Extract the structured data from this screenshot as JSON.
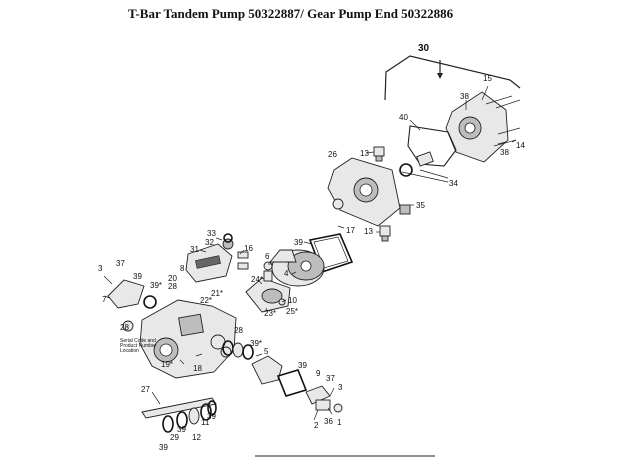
{
  "title": "T-Bar Tandem Pump 50322887/ Gear Pump End 50322886",
  "assembly_label": "30",
  "note": [
    "Serial Code and",
    "Product Number",
    "Location"
  ],
  "callouts": [
    "15",
    "38",
    "40",
    "13",
    "26",
    "38",
    "14",
    "34",
    "35",
    "17",
    "13",
    "39",
    "33",
    "32",
    "16",
    "31",
    "6",
    "4",
    "3",
    "37",
    "39",
    "8",
    "20",
    "28",
    "21*",
    "39*",
    "24*",
    "22*",
    "10",
    "7",
    "23*",
    "25*",
    "28",
    "28",
    "39*",
    "19*",
    "18",
    "5",
    "39",
    "27",
    "9",
    "37",
    "3",
    "2",
    "36",
    "1",
    "39",
    "11",
    "12",
    "39",
    "29",
    "39"
  ]
}
